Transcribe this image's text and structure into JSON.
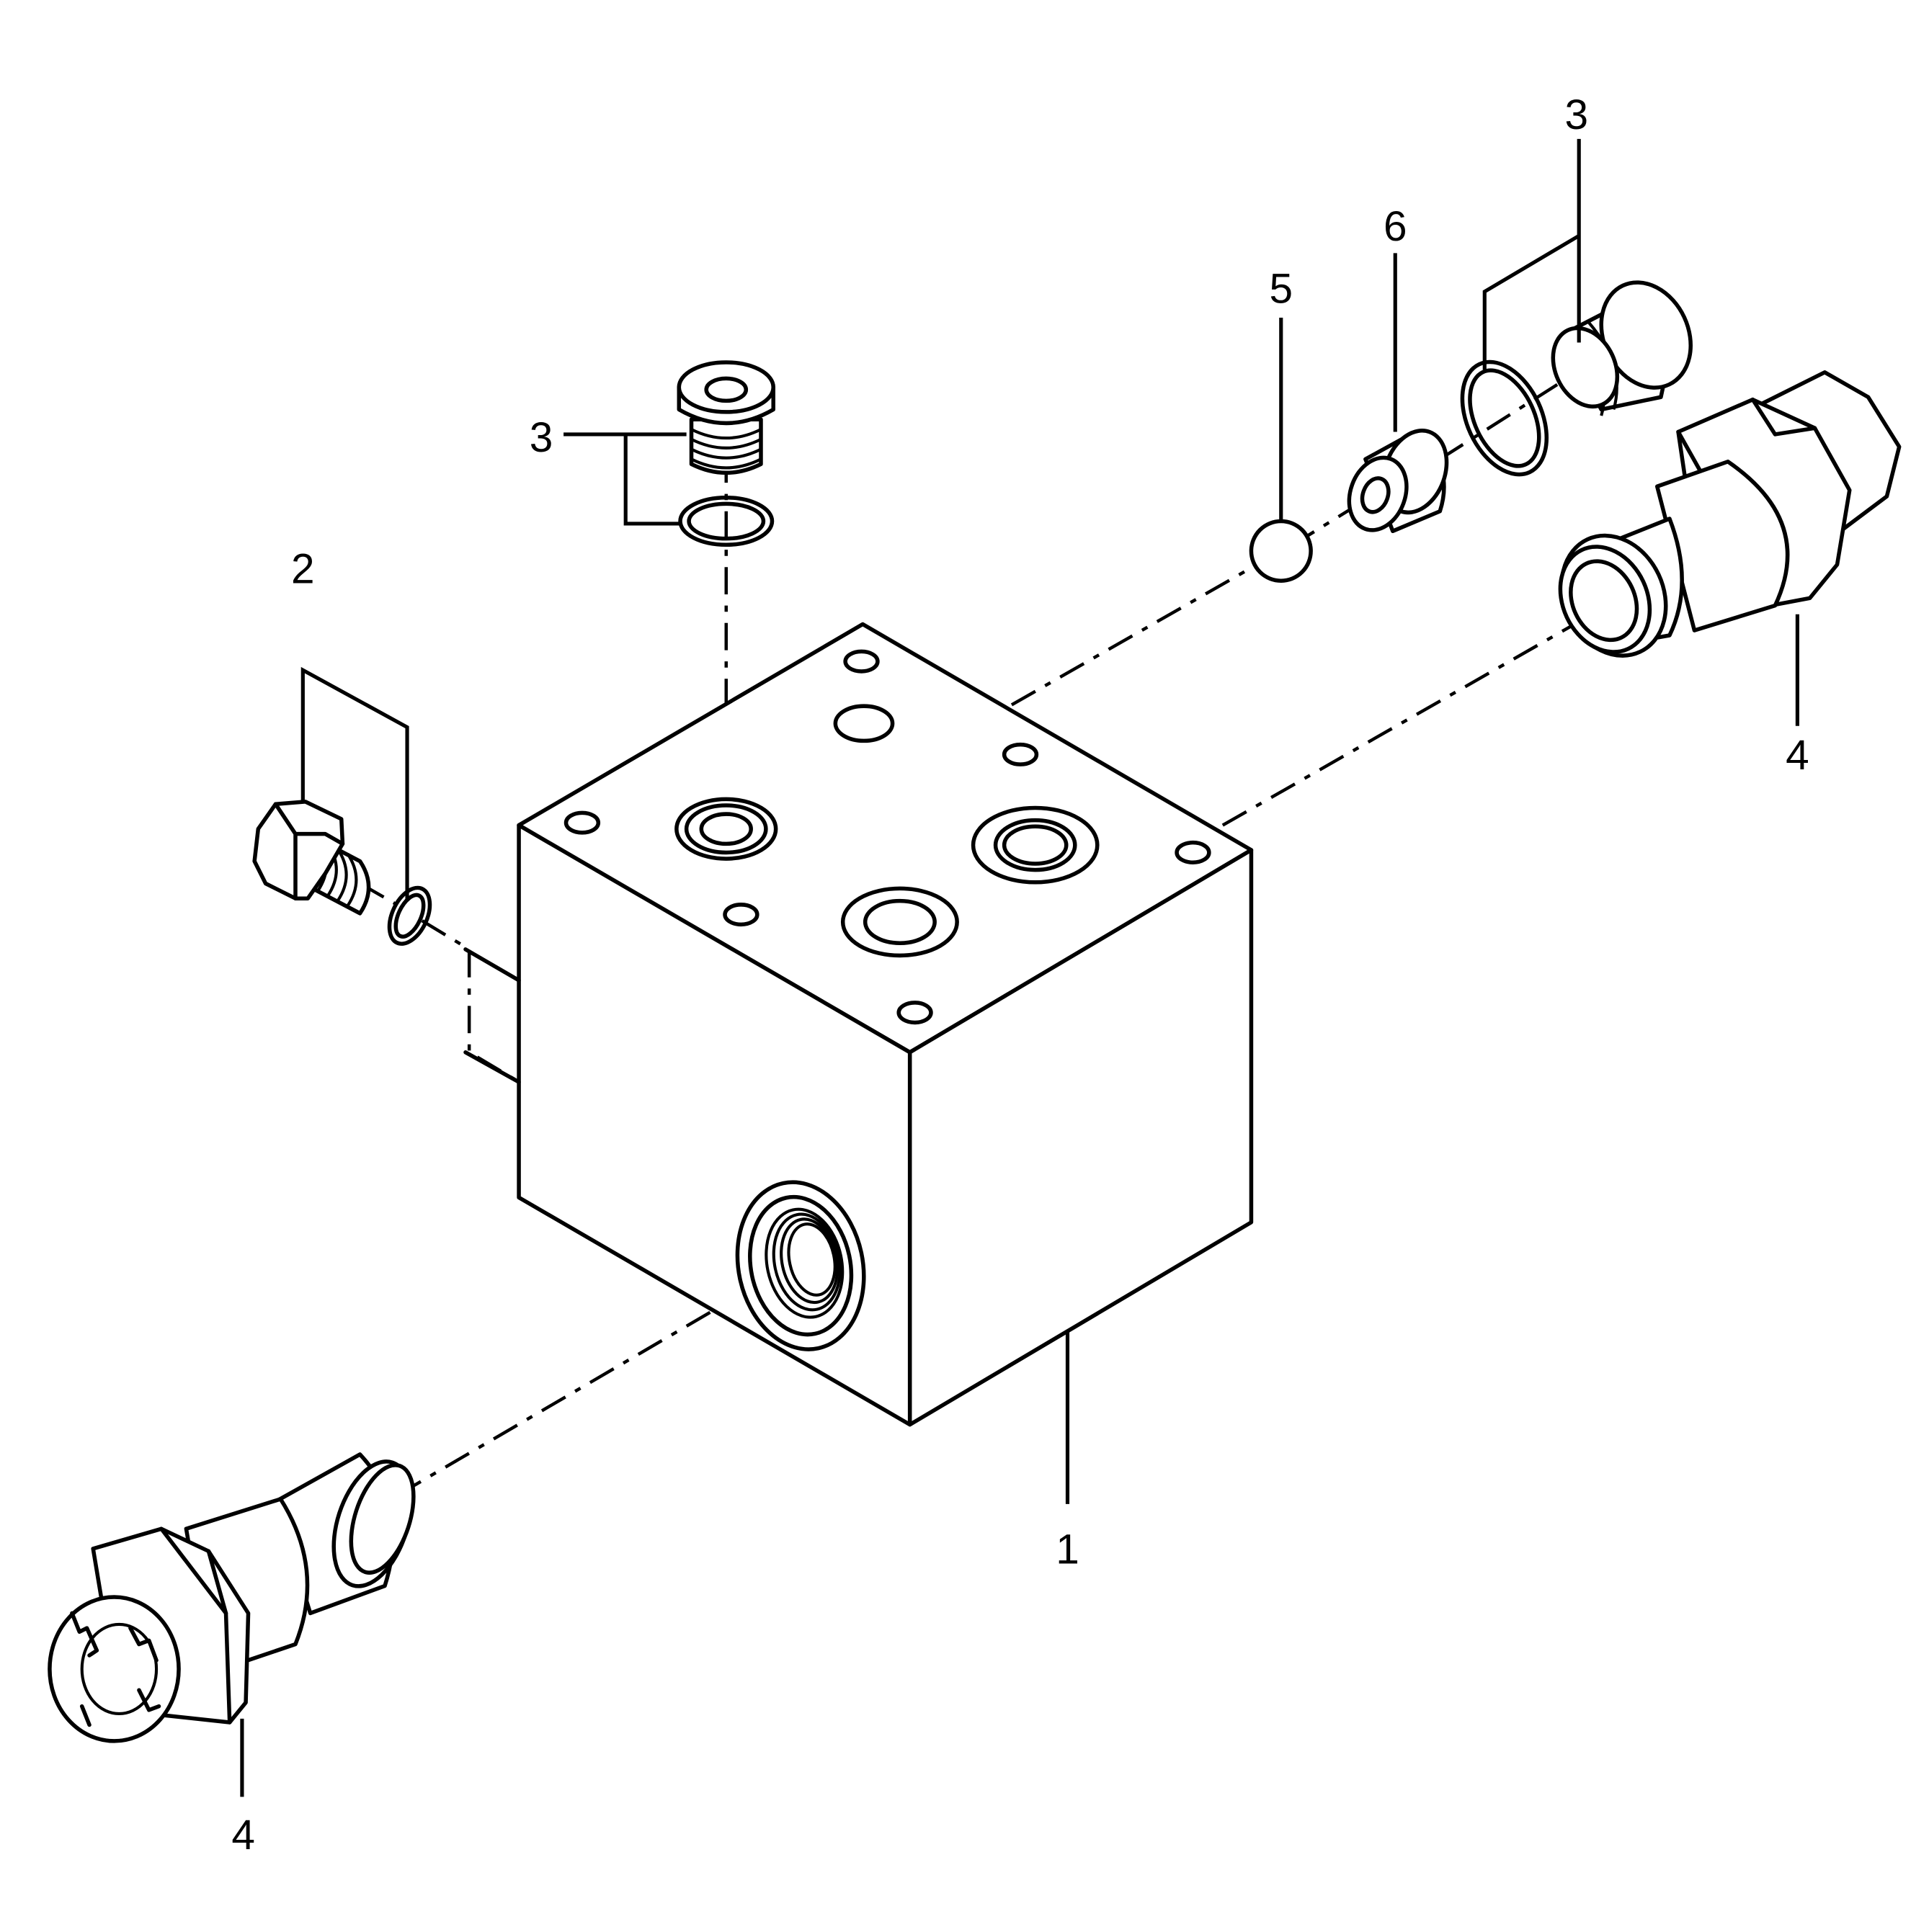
{
  "callouts": {
    "c1": "1",
    "c2": "2",
    "c3_top": "3",
    "c3_right": "3",
    "c4_right": "4",
    "c4_left": "4",
    "c5": "5",
    "c6": "6"
  },
  "style": {
    "line_color": "#000000",
    "background": "#ffffff"
  }
}
